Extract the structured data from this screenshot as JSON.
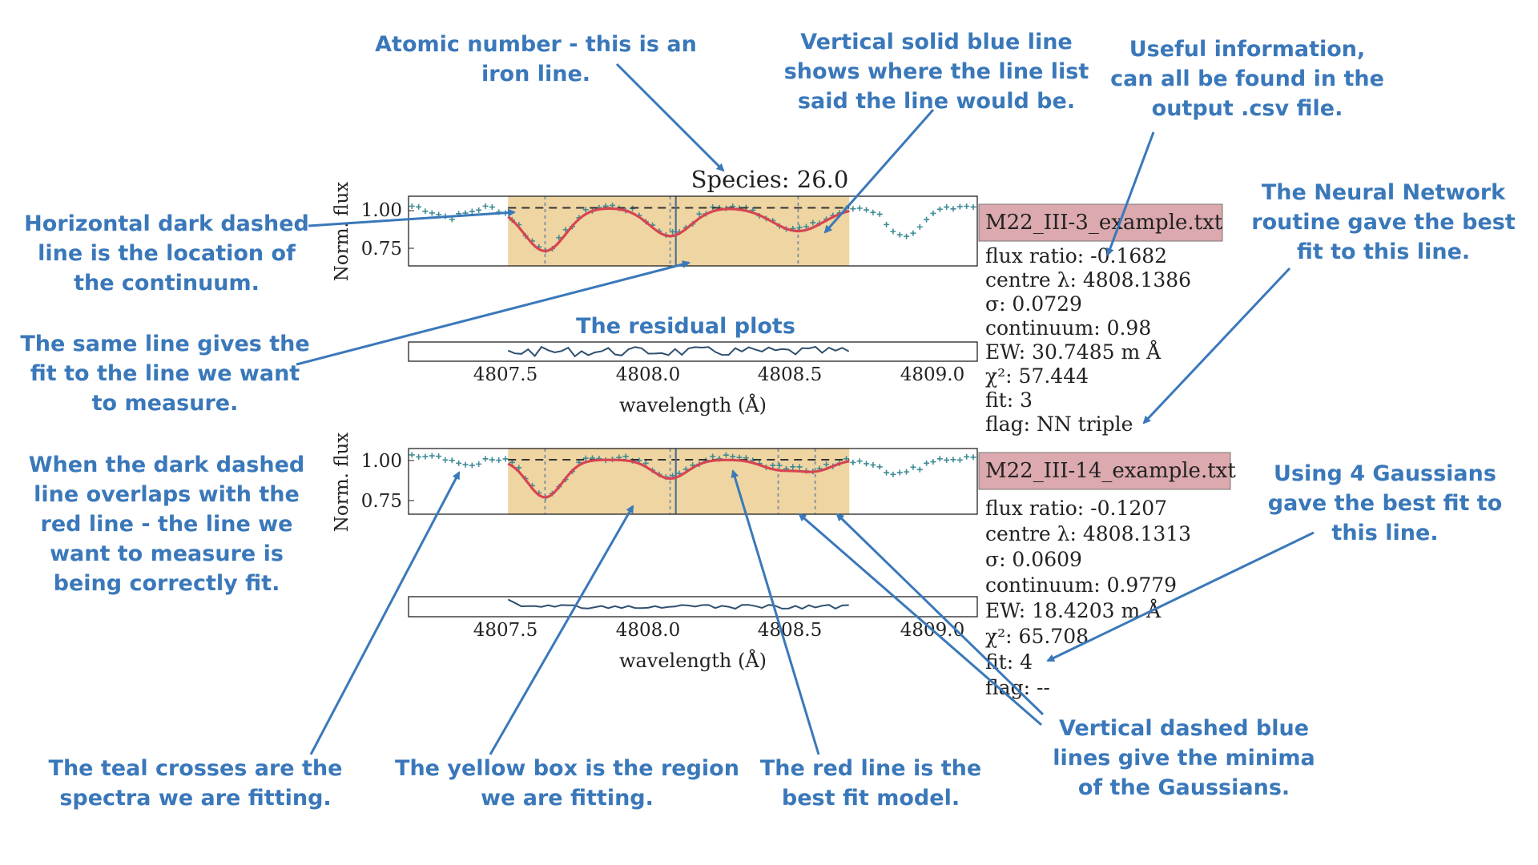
{
  "species_title": "Species: 26.0",
  "notes": {
    "atomic_number": [
      "Atomic number - this is an",
      "iron line."
    ],
    "vertical_solid": [
      "Vertical solid blue line",
      "shows where the line list",
      "said the line would be."
    ],
    "useful_info": [
      "Useful information,",
      "can all be found in the",
      "output .csv file."
    ],
    "continuum": [
      "Horizontal dark dashed",
      "line is the location of",
      "the continuum."
    ],
    "neural_network": [
      "The Neural Network",
      "routine gave the best",
      "fit to this line."
    ],
    "residual": [
      "The residual plots"
    ],
    "same_line": [
      "The same line gives the",
      "fit to the line we want",
      "to measure."
    ],
    "overlap": [
      "When the dark dashed",
      "line overlaps with the",
      "red line - the line we",
      "want to measure is",
      "being correctly fit."
    ],
    "four_gaussians": [
      "Using 4 Gaussians",
      "gave the best fit to",
      "this line."
    ],
    "teal_crosses": [
      "The teal crosses are the",
      "spectra we are fitting."
    ],
    "yellow_box": [
      "The yellow box is the region",
      "we are fitting."
    ],
    "red_line": [
      "The red line is the",
      "best fit model."
    ],
    "dashed_blue": [
      "Vertical dashed blue",
      "lines give the minima",
      "of the Gaussians."
    ]
  },
  "colors": {
    "annotation": "#3a78ba",
    "crosses": "#3f8c96",
    "fit_region": "#efd5a2",
    "fit_line": "#d64552",
    "residual": "#2e4f6e",
    "file_box": "#dba9ae"
  },
  "chart_data": [
    {
      "type": "line",
      "file": "M22_III-3_example.txt",
      "ylabel": "Norm. flux",
      "xlabel": "wavelength (Å)",
      "xlim": [
        4807.2,
        4809.2
      ],
      "ylim": [
        0.63,
        1.05
      ],
      "y_ticks": [
        "1.00",
        "0.75"
      ],
      "x_ticks": [
        "4807.5",
        "4808.0",
        "4808.5",
        "4809.0"
      ],
      "continuum": 0.98,
      "fit_region": [
        4807.55,
        4808.75
      ],
      "line_list_wavelength": 4808.14,
      "gaussian_minima": [
        4807.68,
        4808.12,
        4808.57
      ],
      "fit_gaussians": [
        {
          "center": 4807.68,
          "depth": 0.26,
          "sigma": 0.073
        },
        {
          "center": 4808.12,
          "depth": 0.17,
          "sigma": 0.073
        },
        {
          "center": 4808.57,
          "depth": 0.14,
          "sigma": 0.09
        }
      ],
      "spectrum_gaussians": [
        {
          "center": 4807.68,
          "depth": 0.26,
          "sigma": 0.075
        },
        {
          "center": 4808.12,
          "depth": 0.17,
          "sigma": 0.075
        },
        {
          "center": 4808.57,
          "depth": 0.14,
          "sigma": 0.095
        },
        {
          "center": 4807.35,
          "depth": 0.07,
          "sigma": 0.06
        },
        {
          "center": 4808.95,
          "depth": 0.2,
          "sigma": 0.06
        }
      ],
      "info": {
        "flux_ratio": "flux ratio: -0.1682",
        "centre": "centre λ: 4808.1386",
        "sigma": "σ: 0.0729",
        "continuum": "continuum: 0.98",
        "ew": "EW: 30.7485 m Å",
        "chi2": "χ²: 57.444",
        "fit": "fit: 3",
        "flag": "flag: NN triple"
      }
    },
    {
      "type": "line",
      "file": "M22_III-14_example.txt",
      "ylabel": "Norm. flux",
      "xlabel": "wavelength (Å)",
      "xlim": [
        4807.2,
        4809.2
      ],
      "ylim": [
        0.63,
        1.05
      ],
      "y_ticks": [
        "1.00",
        "0.75"
      ],
      "x_ticks": [
        "4807.5",
        "4808.0",
        "4808.5",
        "4809.0"
      ],
      "continuum": 0.978,
      "fit_region": [
        4807.55,
        4808.75
      ],
      "line_list_wavelength": 4808.14,
      "gaussian_minima": [
        4807.68,
        4808.12,
        4808.5,
        4808.63
      ],
      "fit_gaussians": [
        {
          "center": 4807.68,
          "depth": 0.24,
          "sigma": 0.061
        },
        {
          "center": 4808.12,
          "depth": 0.12,
          "sigma": 0.061
        },
        {
          "center": 4808.5,
          "depth": 0.06,
          "sigma": 0.06
        },
        {
          "center": 4808.63,
          "depth": 0.07,
          "sigma": 0.06
        }
      ],
      "spectrum_gaussians": [
        {
          "center": 4807.68,
          "depth": 0.24,
          "sigma": 0.063
        },
        {
          "center": 4808.12,
          "depth": 0.12,
          "sigma": 0.063
        },
        {
          "center": 4808.5,
          "depth": 0.06,
          "sigma": 0.06
        },
        {
          "center": 4808.63,
          "depth": 0.07,
          "sigma": 0.06
        },
        {
          "center": 4807.42,
          "depth": 0.04,
          "sigma": 0.05
        },
        {
          "center": 4808.92,
          "depth": 0.1,
          "sigma": 0.08
        }
      ],
      "info": {
        "flux_ratio": "flux ratio: -0.1207",
        "centre": "centre λ: 4808.1313",
        "sigma": "σ: 0.0609",
        "continuum": "continuum: 0.9779",
        "ew": "EW: 18.4203 m Å",
        "chi2": "χ²: 65.708",
        "fit": "fit: 4",
        "flag": "flag: --"
      }
    }
  ]
}
